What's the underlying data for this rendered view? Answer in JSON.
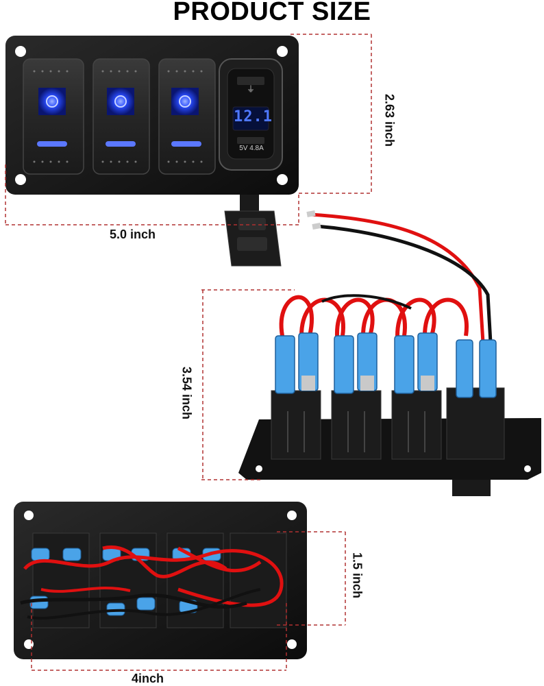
{
  "title": "PRODUCT SIZE",
  "dimensions": {
    "front_height": "2.63 inch",
    "front_width": "5.0 inch",
    "side_height": "3.54 inch",
    "back_height": "1.5 inch",
    "back_width": "4inch"
  },
  "usb_module": {
    "voltage_reading": "12.1",
    "rating": "5V 4.8A"
  },
  "colors": {
    "panel": "#141414",
    "blue_led": "#2a4dff",
    "dim_line": "#b03030",
    "wire_red": "#e01010",
    "wire_black": "#111111",
    "terminal_blue": "#4aa3e8"
  }
}
